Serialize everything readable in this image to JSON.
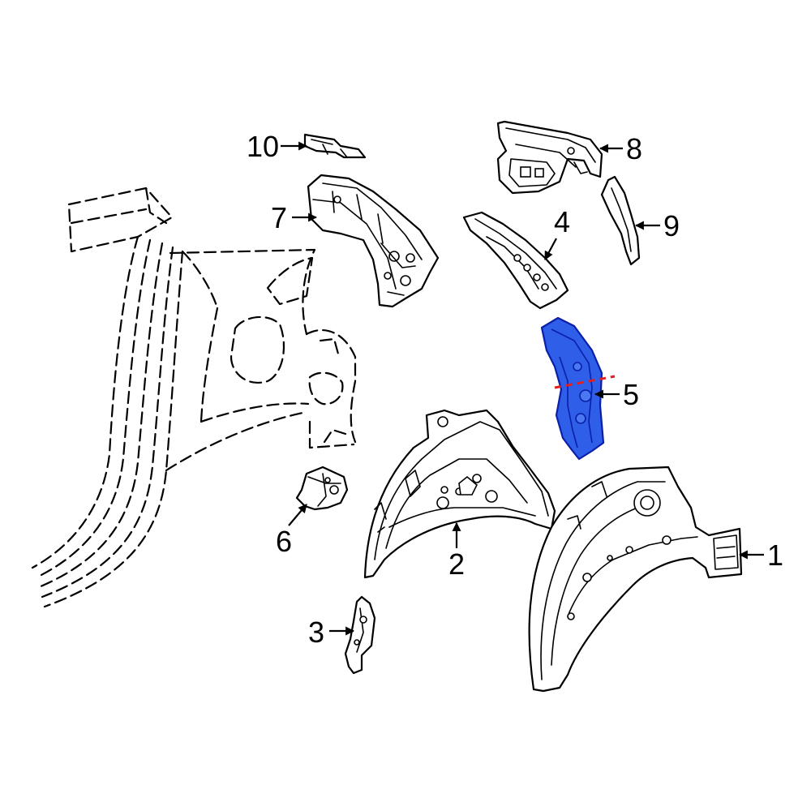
{
  "diagram": {
    "colors": {
      "line": "#000000",
      "background": "#ffffff",
      "highlight_fill": "#2f5ee8",
      "highlight_stroke": "#0a1fa8",
      "cut_line": "#e02020"
    },
    "highlighted_part": "5",
    "callouts": [
      {
        "id": "c1",
        "label": "1"
      },
      {
        "id": "c2",
        "label": "2"
      },
      {
        "id": "c3",
        "label": "3"
      },
      {
        "id": "c4",
        "label": "4"
      },
      {
        "id": "c5",
        "label": "5"
      },
      {
        "id": "c6",
        "label": "6"
      },
      {
        "id": "c7",
        "label": "7"
      },
      {
        "id": "c8",
        "label": "8"
      },
      {
        "id": "c9",
        "label": "9"
      },
      {
        "id": "c10",
        "label": "10"
      }
    ]
  }
}
